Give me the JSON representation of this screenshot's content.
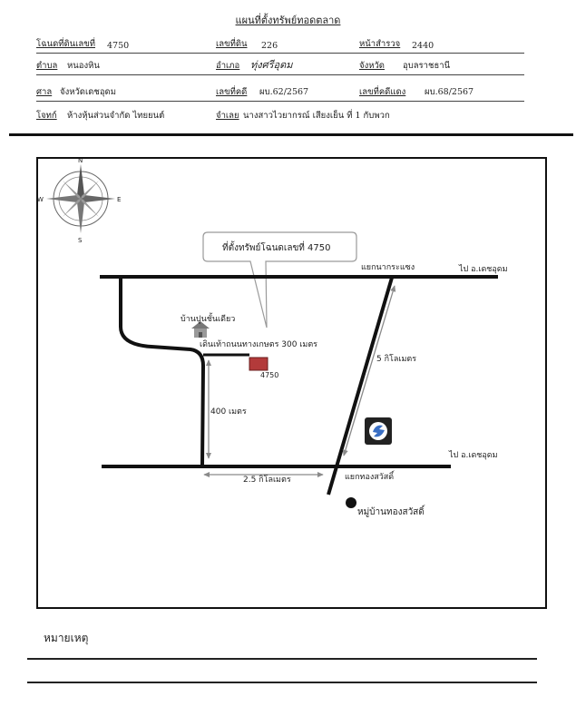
{
  "title": "แผนที่ตั้งทรัพย์ทอดตลาด",
  "header": {
    "row1": {
      "deed_label": "โฉนดที่ดินเลขที่",
      "deed_no": "4750",
      "land_label": "เลขที่ดิน",
      "land_no": "226",
      "page_label": "หน้าสำรวจ",
      "page_no": "2440"
    },
    "row2": {
      "subdistrict_label": "ตำบล",
      "subdistrict": "หนองหิน",
      "district_label": "อำเภอ",
      "district": "ทุ่งศรีอุดม",
      "province_label": "จังหวัด",
      "province": "อุบลราชธานี"
    },
    "row3": {
      "court_label": "ศาล",
      "court": "จังหวัดเดชอุดม",
      "case_black_label": "เลขที่คดี",
      "case_black": "ผบ.62/2567",
      "case_red_label": "เลขที่คดีแดง",
      "case_red": "ผบ.68/2567"
    },
    "row4": {
      "plaintiff_label": "โจทก์",
      "plaintiff": "ห้างหุ้นส่วนจำกัด ไทยยนต์",
      "defendant_label": "จำเลย",
      "defendant": "นางสาวไวยากรณ์ เสียงเย็น ที่ 1 กับพวก"
    }
  },
  "map": {
    "callout": "ที่ตั้งทรัพย์โฉนดเลขที่ 4750",
    "junction_top": "แยกนากระแซง",
    "to_dechudom_top": "ไป อ.เดชอุดม",
    "to_dechudom_bottom": "ไป อ.เดชอุดม",
    "house_label": "บ้านปูนชั้นเดียว",
    "walk_label": "เดินเท้าถนนทางเกษตร 300 เมตร",
    "parcel_label": "4750",
    "dist_400": "400 เมตร",
    "dist_5km": "5 กิโลเมตร",
    "dist_2_5km": "2.5 กิโลเมตร",
    "junction_bottom": "แยกทองสวัสดิ์",
    "village": "หมู่บ้านทองสวัสดิ์",
    "compass": {
      "n": "N",
      "s": "S",
      "e": "E",
      "w": "W"
    },
    "colors": {
      "road": "#111111",
      "parcel": "#b33a3a",
      "callout_border": "#9a9a9a",
      "arrow": "#8a8a8a"
    }
  },
  "remark_label": "หมายเหตุ"
}
